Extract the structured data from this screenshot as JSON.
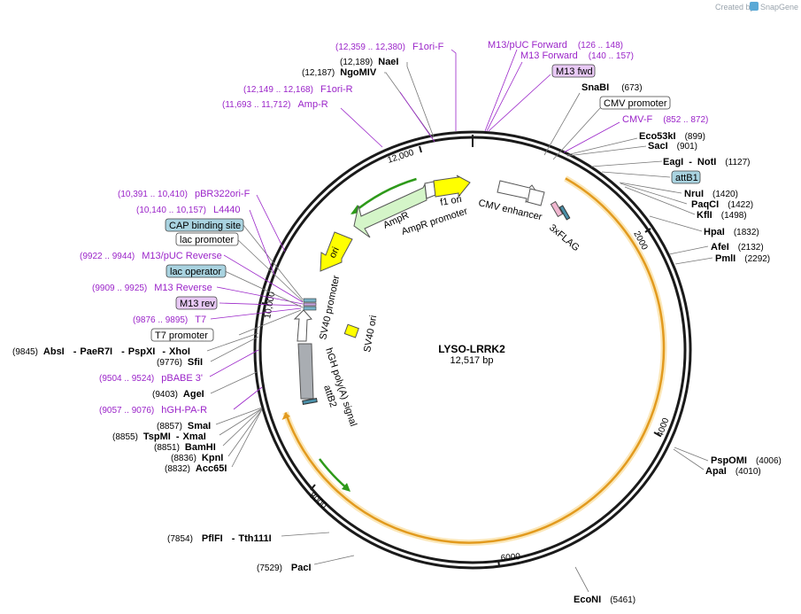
{
  "credit": {
    "prefix": "Created by",
    "brand": "SnapGene"
  },
  "plasmid": {
    "name": "LYSO-LRRK2",
    "size": "12,517 bp"
  },
  "ticks": [
    "2000",
    "4000",
    "6000",
    "8000",
    "10,000",
    "12,000"
  ],
  "enzymes": {
    "naei": {
      "name": "NaeI",
      "pos": "(12,189)"
    },
    "ngomiv": {
      "name": "NgoMIV",
      "pos": "(12,187)"
    },
    "snabi": {
      "name": "SnaBI",
      "pos": "(673)"
    },
    "eco53ki": {
      "name": "Eco53kI",
      "pos": "(899)"
    },
    "saci": {
      "name": "SacI",
      "pos": "(901)"
    },
    "eagi": {
      "name": "EagI",
      "sep": "-",
      "name2": "NotI",
      "pos": "(1127)"
    },
    "nrui": {
      "name": "NruI",
      "pos": "(1420)"
    },
    "paqci": {
      "name": "PaqCI",
      "pos": "(1422)"
    },
    "kfli": {
      "name": "KflI",
      "pos": "(1498)"
    },
    "hpai": {
      "name": "HpaI",
      "pos": "(1832)"
    },
    "afei": {
      "name": "AfeI",
      "pos": "(2132)"
    },
    "pmli": {
      "name": "PmlI",
      "pos": "(2292)"
    },
    "pspomi": {
      "name": "PspOMI",
      "pos": "(4006)"
    },
    "apai": {
      "name": "ApaI",
      "pos": "(4010)"
    },
    "econi": {
      "name": "EcoNI",
      "pos": "(5461)"
    },
    "paci": {
      "name": "PacI",
      "pos": "(7529)"
    },
    "pflfi": {
      "name": "PflFI",
      "sep": "-",
      "name2": "Tth111I",
      "pos": "(7854)"
    },
    "acc65i": {
      "name": "Acc65I",
      "pos": "(8832)"
    },
    "kpni": {
      "name": "KpnI",
      "pos": "(8836)"
    },
    "bamhi": {
      "name": "BamHI",
      "pos": "(8851)"
    },
    "tspmi": {
      "name": "TspMI",
      "sep": "-",
      "name2": "XmaI",
      "pos": "(8855)"
    },
    "smai": {
      "name": "SmaI",
      "pos": "(8857)"
    },
    "agei": {
      "name": "AgeI",
      "pos": "(9403)"
    },
    "sfii": {
      "name": "SfiI",
      "pos": "(9776)"
    },
    "absi": {
      "name": "AbsI",
      "sep1": "-",
      "name2": "PaeR7I",
      "sep2": "-",
      "name3": "PspXI",
      "sep3": "-",
      "name4": "XhoI",
      "pos": "(9845)"
    }
  },
  "primers": {
    "f1orif": {
      "name": "F1ori-F",
      "pos": "(12,359 .. 12,380)"
    },
    "m13puc_fwd": {
      "name": "M13/pUC Forward",
      "pos": "(126 .. 148)"
    },
    "m13_forward": {
      "name": "M13 Forward",
      "pos": "(140 .. 157)"
    },
    "m13fwd_box": {
      "name": "M13 fwd"
    },
    "f1orir": {
      "name": "F1ori-R",
      "pos": "(12,149 .. 12,168)"
    },
    "ampr": {
      "name": "Amp-R",
      "pos": "(11,693 .. 11,712)"
    },
    "cmvf": {
      "name": "CMV-F",
      "pos": "(852 .. 872)"
    },
    "pbr322": {
      "name": "pBR322ori-F",
      "pos": "(10,391 .. 10,410)"
    },
    "l4440": {
      "name": "L4440",
      "pos": "(10,140 .. 10,157)"
    },
    "m13puc_rev": {
      "name": "M13/pUC Reverse",
      "pos": "(9922 .. 9944)"
    },
    "m13_reverse": {
      "name": "M13 Reverse",
      "pos": "(9909 .. 9925)"
    },
    "m13rev_box": {
      "name": "M13 rev"
    },
    "t7": {
      "name": "T7",
      "pos": "(9876 .. 9895)"
    },
    "pbabe": {
      "name": "pBABE 3'",
      "pos": "(9504 .. 9524)"
    },
    "hghpar": {
      "name": "hGH-PA-R",
      "pos": "(9057 .. 9076)"
    }
  },
  "boxed_features": {
    "cmv_promoter": "CMV promoter",
    "attb1": "attB1",
    "cap_binding_site": "CAP binding site",
    "lac_promoter": "lac promoter",
    "lac_operator": "lac operator",
    "t7_promoter": "T7 promoter"
  },
  "feature_labels": {
    "f1_ori": "f1 ori",
    "ampr_promoter": "AmpR promoter",
    "ampr": "AmpR",
    "cmv_enhancer": "CMV enhancer",
    "flag": "3xFLAG",
    "ori": "ori",
    "sv40_promoter": "SV40 promoter",
    "sv40_ori": "SV40 ori",
    "hgh_polya": "hGH poly(A) signal",
    "attb2": "attB2"
  },
  "colors": {
    "primer": "#9b25c9",
    "primer_box_fill": "#e8c9f5",
    "feature_box_fill": "#a9d3e0",
    "backbone": "#1a1a1a",
    "insert_orange": "#e29a1e",
    "insert_glow": "#fbe7b8",
    "ampr_green": "#d4f5c8",
    "yellow": "#ffff00",
    "grey": "#a9adb2"
  }
}
